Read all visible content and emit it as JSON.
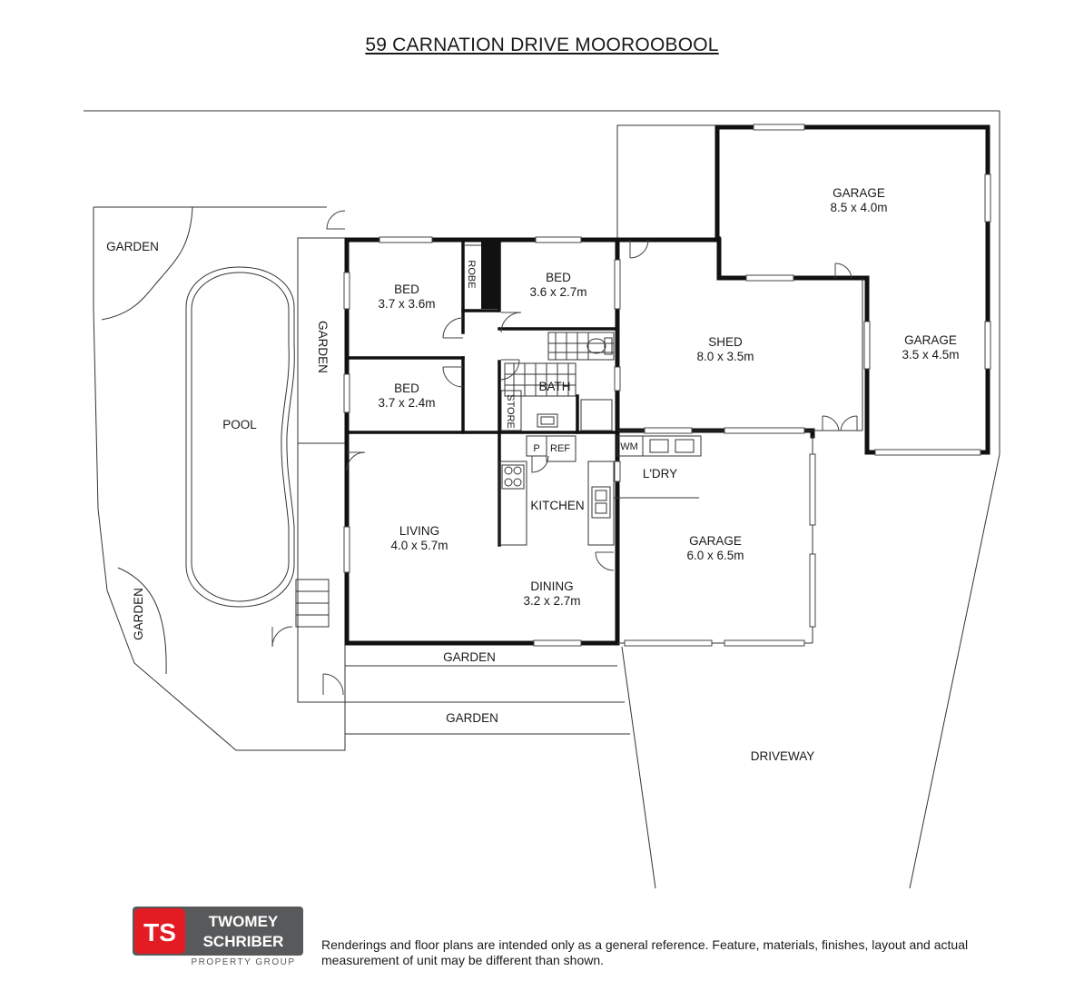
{
  "title": "59 CARNATION DRIVE MOOROOBOOL",
  "rooms": {
    "garage_top": {
      "name": "GARAGE",
      "size": "8.5 x 4.0m"
    },
    "garage_right": {
      "name": "GARAGE",
      "size": "3.5 x 4.5m"
    },
    "shed": {
      "name": "SHED",
      "size": "8.0 x 3.5m"
    },
    "bed1": {
      "name": "BED",
      "size": "3.7 x 3.6m"
    },
    "bed2": {
      "name": "BED",
      "size": "3.6 x 2.7m"
    },
    "bed3": {
      "name": "BED",
      "size": "3.7 x 2.4m"
    },
    "robe": "ROBE",
    "bath": "BATH",
    "store": "STORE",
    "pantry": "P",
    "ref": "REF",
    "wm": "WM",
    "laundry": "L'DRY",
    "kitchen": "KITCHEN",
    "living": {
      "name": "LIVING",
      "size": "4.0 x 5.7m"
    },
    "dining": {
      "name": "DINING",
      "size": "3.2 x 2.7m"
    },
    "garage_bottom": {
      "name": "GARAGE",
      "size": "6.0 x 6.5m"
    }
  },
  "outdoor": {
    "pool": "POOL",
    "garden_top_left": "GARDEN",
    "garden_side": "GARDEN",
    "garden_bottom_left": "GARDEN",
    "garden_front_1": "GARDEN",
    "garden_front_2": "GARDEN",
    "driveway": "DRIVEWAY"
  },
  "logo": {
    "initials": "TS",
    "line1": "TWOMEY",
    "line2": "SCHRIBER",
    "line3": "PROPERTY GROUP",
    "brand_red": "#e31b23",
    "brand_grey": "#58595b"
  },
  "disclaimer": "Renderings and floor plans are intended only as a general reference. Feature, materials, finishes, layout and actual measurement of unit may be different than shown."
}
